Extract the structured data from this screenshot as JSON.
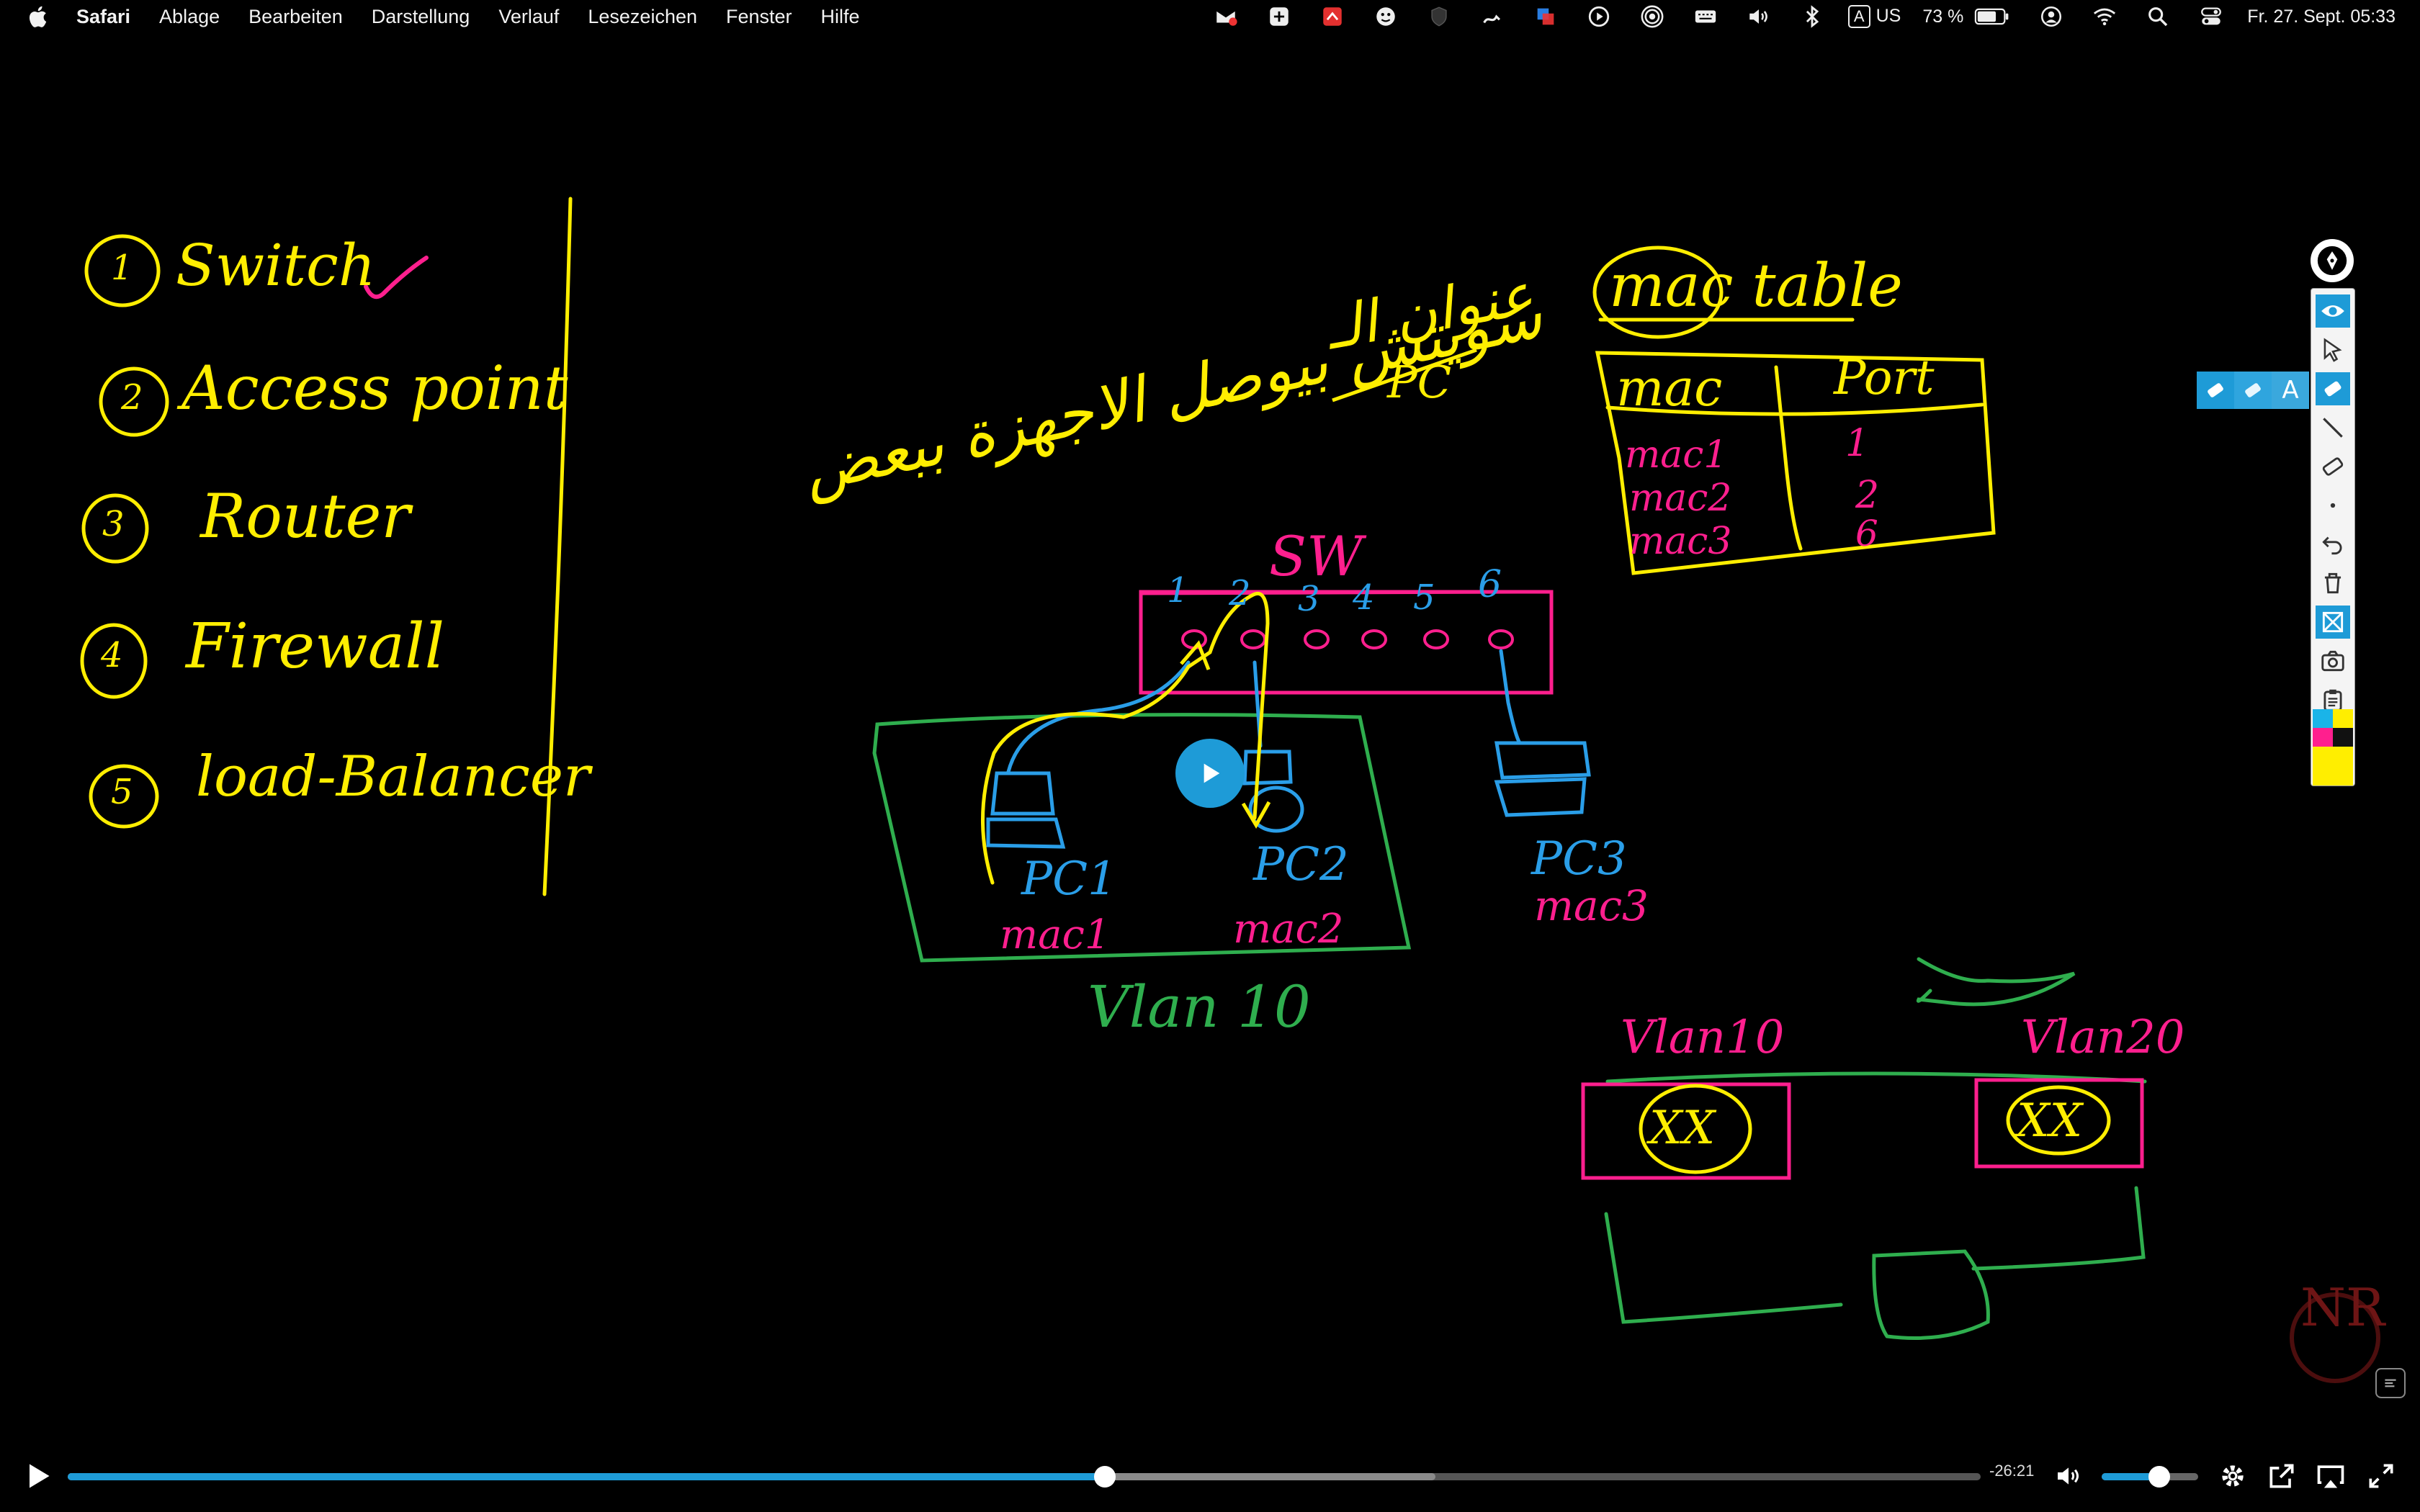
{
  "menubar": {
    "app_name": "Safari",
    "menus": [
      "Ablage",
      "Bearbeiten",
      "Darstellung",
      "Verlauf",
      "Lesezeichen",
      "Fenster",
      "Hilfe"
    ],
    "input_source_letter": "A",
    "input_source_label": "US",
    "battery_percent": "73 %",
    "battery_level": 0.73,
    "datetime": "Fr. 27. Sept. 05:33",
    "status_icons": [
      "mail-icon",
      "screen-capture-icon",
      "pdf-icon",
      "face-icon",
      "shield-icon",
      "pen-icon",
      "window-icon",
      "play-circle-icon",
      "airdrop-icon",
      "keyboard-icon",
      "volume-icon",
      "bluetooth-icon"
    ]
  },
  "board": {
    "list": [
      {
        "num": "1",
        "label": "Switch"
      },
      {
        "num": "2",
        "label": "Access point"
      },
      {
        "num": "3",
        "label": "Router"
      },
      {
        "num": "4",
        "label": "Firewall"
      },
      {
        "num": "5",
        "label": "load-Balancer"
      }
    ],
    "arabic_note": "سويتش بيوصل الاجهزة ببعض",
    "arabic_note_2": "عنوان الـ",
    "pc_strike": "PC",
    "mac_table": {
      "title": "mac table",
      "headers": [
        "mac",
        "Port"
      ],
      "rows": [
        {
          "mac": "mac1",
          "port": "1"
        },
        {
          "mac": "mac2",
          "port": "2"
        },
        {
          "mac": "mac3",
          "port": "6"
        }
      ]
    },
    "switch_label": "SW",
    "ports": [
      "1",
      "2",
      "3",
      "4",
      "5",
      "6"
    ],
    "pcs": [
      {
        "name": "PC1",
        "mac": "mac1"
      },
      {
        "name": "PC2",
        "mac": "mac2"
      },
      {
        "name": "PC3",
        "mac": "mac3"
      }
    ],
    "vlan_label": "Vlan 10",
    "vlan_boxes": [
      {
        "name": "Vlan10",
        "hosts": "XX"
      },
      {
        "name": "Vlan20",
        "hosts": "XX"
      }
    ],
    "watermark": "NR"
  },
  "player": {
    "time_remaining": "-26:21",
    "progress_fraction": 0.542,
    "buffered_fraction": 0.715,
    "volume_fraction": 0.6
  },
  "colors": {
    "ink_yellow": "#ffee00",
    "ink_pink": "#ff1f8e",
    "ink_blue": "#2a9ee8",
    "ink_green": "#2fae4e",
    "accent": "#1e9bd7"
  }
}
